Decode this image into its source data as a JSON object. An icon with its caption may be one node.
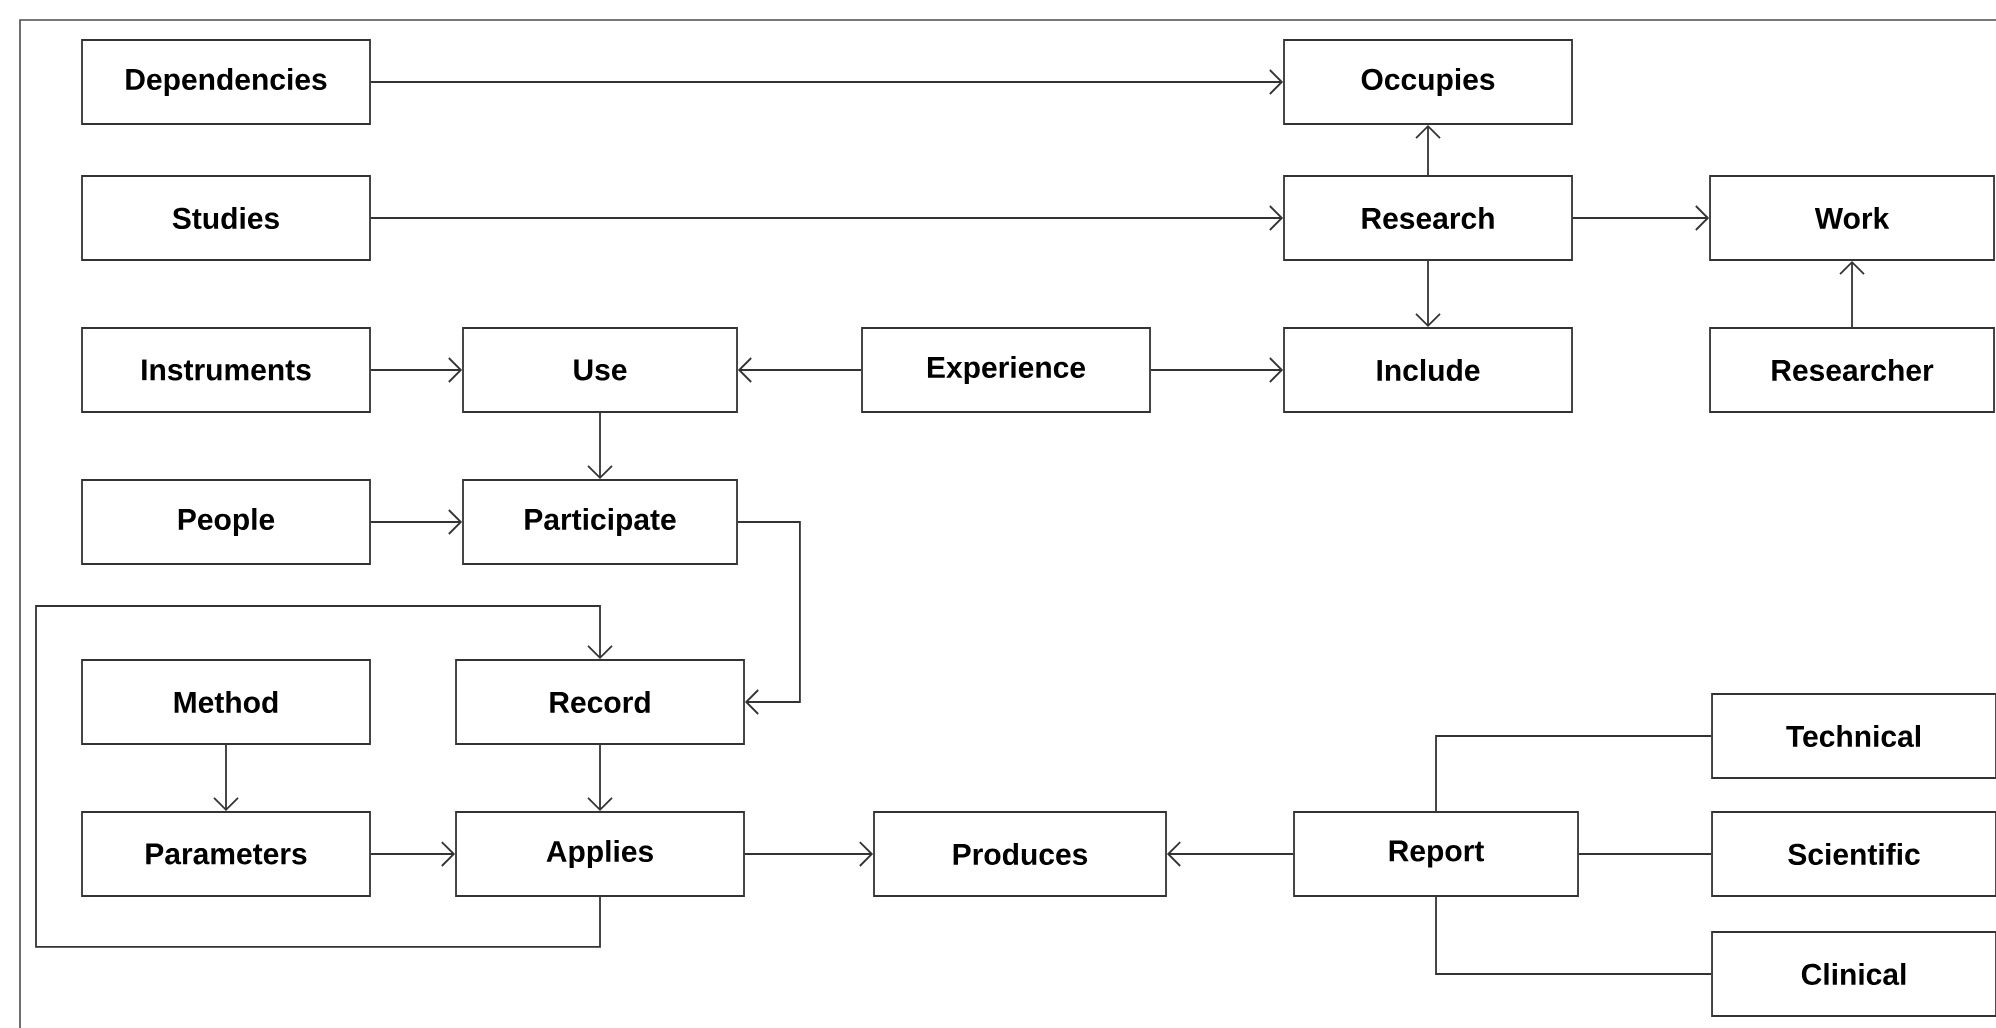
{
  "diagram": {
    "nodes": [
      {
        "text": [
          "Dependencies"
        ]
      },
      {
        "text": [
          "Occupies"
        ]
      },
      {
        "text": [
          "Studies"
        ]
      },
      {
        "text": [
          "Research"
        ]
      },
      {
        "text": [
          "Work"
        ]
      },
      {
        "text": [
          "Instruments"
        ]
      },
      {
        "text": [
          "Use"
        ]
      },
      {
        "text": [
          "Experience"
        ]
      },
      {
        "text": [
          "Include"
        ]
      },
      {
        "text": [
          "Researcher"
        ]
      },
      {
        "text": [
          "People"
        ]
      },
      {
        "text": [
          "Participate"
        ]
      },
      {
        "text": [
          "Method"
        ]
      },
      {
        "text": [
          "Record"
        ]
      },
      {
        "text": [
          "Parameters"
        ]
      },
      {
        "text": [
          "Applies"
        ]
      },
      {
        "text": [
          "Produces"
        ]
      },
      {
        "text": [
          "Report"
        ]
      },
      {
        "text": [
          "Technical"
        ]
      },
      {
        "text": [
          "Scientific"
        ]
      },
      {
        "text": [
          "Clinical"
        ]
      }
    ],
    "edges": [
      {
        "from": 0,
        "to": 1,
        "arrow": "to"
      },
      {
        "from": 2,
        "to": 3,
        "arrow": "to"
      },
      {
        "from": 3,
        "to": 1,
        "arrow": "to"
      },
      {
        "from": 3,
        "to": 4,
        "arrow": "to"
      },
      {
        "from": 3,
        "to": 8,
        "arrow": "to"
      },
      {
        "from": 9,
        "to": 4,
        "arrow": "to"
      },
      {
        "from": 5,
        "to": 6,
        "arrow": "to"
      },
      {
        "from": 7,
        "to": 6,
        "arrow": "to"
      },
      {
        "from": 7,
        "to": 8,
        "arrow": "to"
      },
      {
        "from": 6,
        "to": 11,
        "arrow": "to"
      },
      {
        "from": 10,
        "to": 11,
        "arrow": "to"
      },
      {
        "from": 11,
        "to": 13,
        "arrow": "to"
      },
      {
        "from": 15,
        "to": 13,
        "arrow": "to"
      },
      {
        "from": 12,
        "to": 14,
        "arrow": "to"
      },
      {
        "from": 14,
        "to": 15,
        "arrow": "to"
      },
      {
        "from": 13,
        "to": 15,
        "arrow": "to"
      },
      {
        "from": 15,
        "to": 16,
        "arrow": "to"
      },
      {
        "from": 17,
        "to": 16,
        "arrow": "to"
      },
      {
        "from": 17,
        "to": 18,
        "arrow": "none"
      },
      {
        "from": 17,
        "to": 19,
        "arrow": "none"
      },
      {
        "from": 17,
        "to": 20,
        "arrow": "none"
      }
    ]
  }
}
